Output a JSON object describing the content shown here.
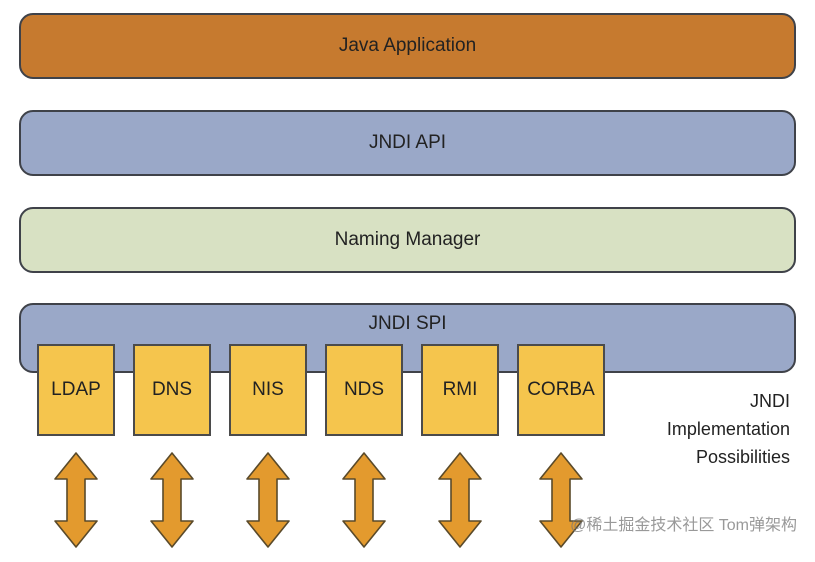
{
  "layers": {
    "java_application": "Java Application",
    "jndi_api": "JNDI API",
    "naming_manager": "Naming Manager",
    "jndi_spi": "JNDI SPI"
  },
  "providers": [
    "LDAP",
    "DNS",
    "NIS",
    "NDS",
    "RMI",
    "CORBA"
  ],
  "implementation_note": {
    "line1": "JNDI",
    "line2": "Implementation",
    "line3": "Possibilities"
  },
  "watermark": "@稀土掘金技术社区 Tom弹架构",
  "colors": {
    "java_application": "#c67a2f",
    "jndi_api": "#9aa8c8",
    "naming_manager": "#d8e1c3",
    "jndi_spi": "#9aa8c8",
    "provider": "#f5c54d",
    "arrow": "#e39a2e"
  },
  "icons": {
    "provider_arrow": "double-headed-vertical-arrow-icon"
  }
}
